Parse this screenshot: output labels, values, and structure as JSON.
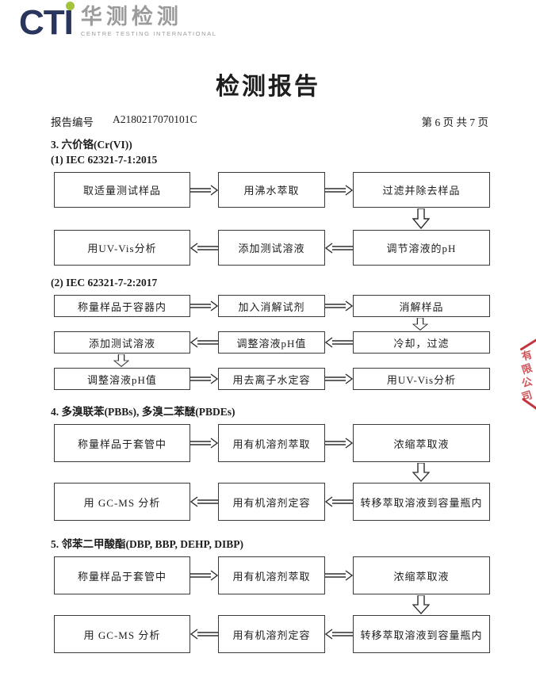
{
  "logo": {
    "text": "CTI",
    "cn": "华测检测",
    "en": "CENTRE TESTING INTERNATIONAL",
    "navy": "#28355d",
    "green": "#a4c43c",
    "gray": "#9b9b9b"
  },
  "title": "检测报告",
  "meta": {
    "report_label": "报告编号",
    "report_number": "A2180217070101C",
    "page_info": "第 6 页  共 7 页"
  },
  "sections": {
    "s3": {
      "heading": "3. 六价铬(Cr(VI))"
    },
    "s3m1": {
      "heading": "(1) IEC 62321-7-1:2015"
    },
    "s3m2": {
      "heading": "(2) IEC 62321-7-2:2017"
    },
    "s4": {
      "heading": "4. 多溴联苯(PBBs), 多溴二苯醚(PBDEs)"
    },
    "s5": {
      "heading": "5. 邻苯二甲酸酯(DBP, BBP, DEHP, DIBP)"
    }
  },
  "flows": {
    "f1": {
      "rows": [
        [
          "取适量测试样品",
          "用沸水萃取",
          "过滤并除去样品"
        ],
        [
          "用UV-Vis分析",
          "添加测试溶液",
          "调节溶液的pH"
        ]
      ]
    },
    "f2": {
      "rows": [
        [
          "称量样品于容器内",
          "加入消解试剂",
          "消解样品"
        ],
        [
          "添加测试溶液",
          "调整溶液pH值",
          "冷却，过滤"
        ],
        [
          "调整溶液pH值",
          "用去离子水定容",
          "用UV-Vis分析"
        ]
      ]
    },
    "f3": {
      "rows": [
        [
          "称量样品于套管中",
          "用有机溶剂萃取",
          "浓缩萃取液"
        ],
        [
          "用 GC-MS 分析",
          "用有机溶剂定容",
          "转移萃取溶液到容量瓶内"
        ]
      ]
    },
    "f4": {
      "rows": [
        [
          "称量样品于套管中",
          "用有机溶剂萃取",
          "浓缩萃取液"
        ],
        [
          "用 GC-MS 分析",
          "用有机溶剂定容",
          "转移萃取溶液到容量瓶内"
        ]
      ]
    }
  },
  "stamp": {
    "chars": [
      "有",
      "限",
      "公",
      "司"
    ],
    "color": "#c5353b"
  }
}
